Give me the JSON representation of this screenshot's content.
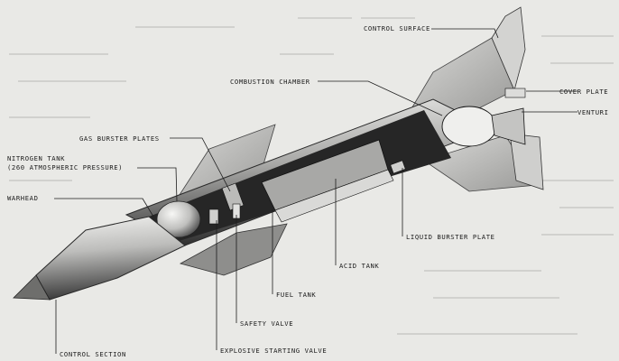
{
  "labels": {
    "control_surface": "CONTROL SURFACE",
    "combustion_chamber": "COMBUSTION CHAMBER",
    "cover_plate": "COVER PLATE",
    "venturi": "VENTURI",
    "gas_burster_plates": "GAS BURSTER PLATES",
    "nitrogen_tank_line1": "NITROGEN TANK",
    "nitrogen_tank_line2": "(260 ATMOSPHERIC PRESSURE)",
    "warhead": "WARHEAD",
    "liquid_burster_plate": "LIQUID BURSTER PLATE",
    "acid_tank": "ACID TANK",
    "fuel_tank": "FUEL TANK",
    "safety_valve": "SAFETY VALVE",
    "explosive_starting_valve": "EXPLOSIVE STARTING VALVE",
    "control_section": "CONTROL SECTION"
  },
  "colors": {
    "paper": "#e9e9e6",
    "ink": "#1c1c1c",
    "body_light": "#dcdcdc",
    "body_dark": "#2a2a2a"
  }
}
